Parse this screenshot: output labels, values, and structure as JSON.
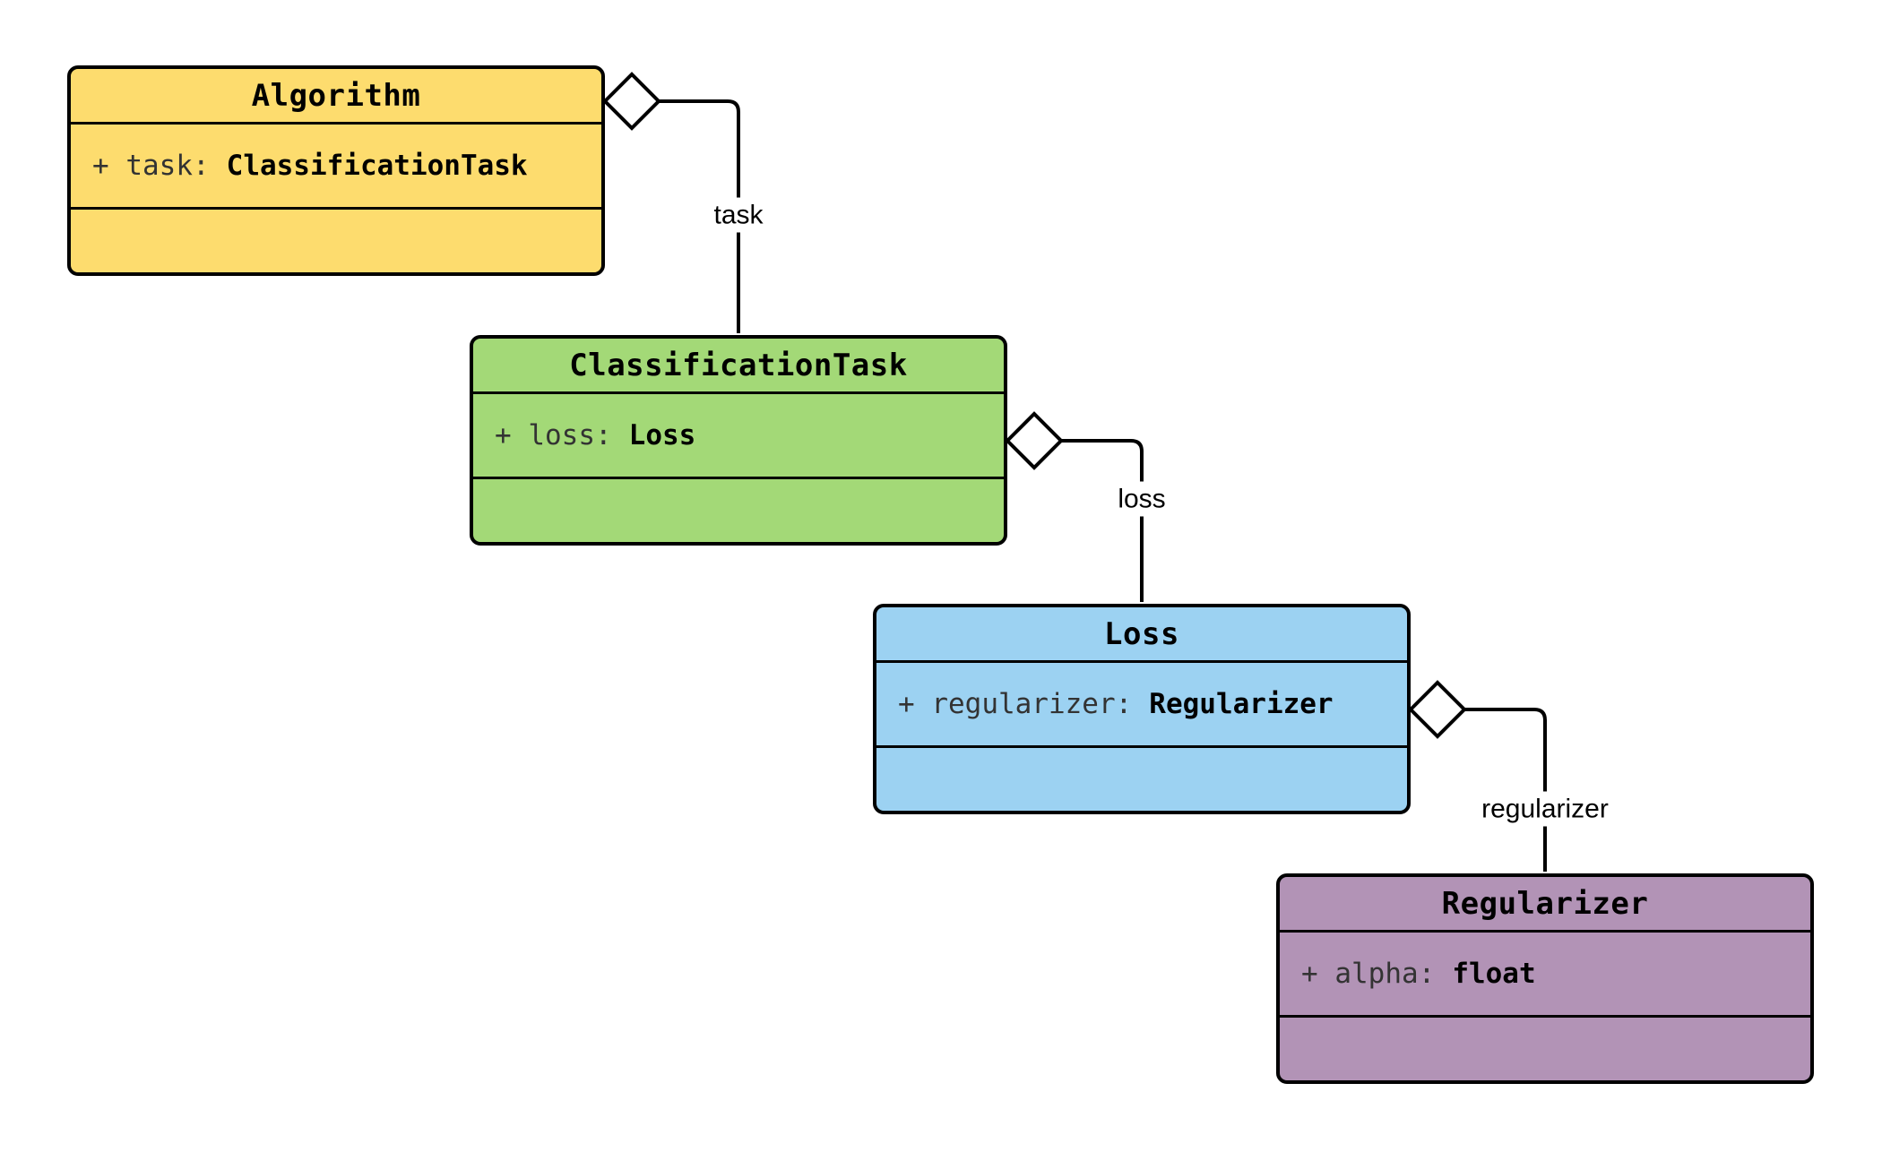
{
  "diagram": {
    "type": "uml-class-diagram",
    "background_color": "#ffffff",
    "line_color": "#000000",
    "attr_name_color": "#333333",
    "attr_type_color": "#000000",
    "classes": [
      {
        "name": "Algorithm",
        "fill": "#FDDC6E",
        "attribute": {
          "label": "+ task:",
          "type": "ClassificationTask"
        },
        "methods": []
      },
      {
        "name": "ClassificationTask",
        "fill": "#A3D977",
        "attribute": {
          "label": "+ loss:",
          "type": "Loss"
        },
        "methods": []
      },
      {
        "name": "Loss",
        "fill": "#9CD2F2",
        "attribute": {
          "label": "+ regularizer:",
          "type": "Regularizer"
        },
        "methods": []
      },
      {
        "name": "Regularizer",
        "fill": "#B293B6",
        "attribute": {
          "label": "+ alpha:",
          "type": "float"
        },
        "methods": []
      }
    ],
    "edges": [
      {
        "label": "task",
        "from": "Algorithm",
        "to": "ClassificationTask",
        "kind": "aggregation",
        "diamond": "hollow"
      },
      {
        "label": "loss",
        "from": "ClassificationTask",
        "to": "Loss",
        "kind": "aggregation",
        "diamond": "hollow"
      },
      {
        "label": "regularizer",
        "from": "Loss",
        "to": "Regularizer",
        "kind": "aggregation",
        "diamond": "hollow"
      }
    ]
  }
}
